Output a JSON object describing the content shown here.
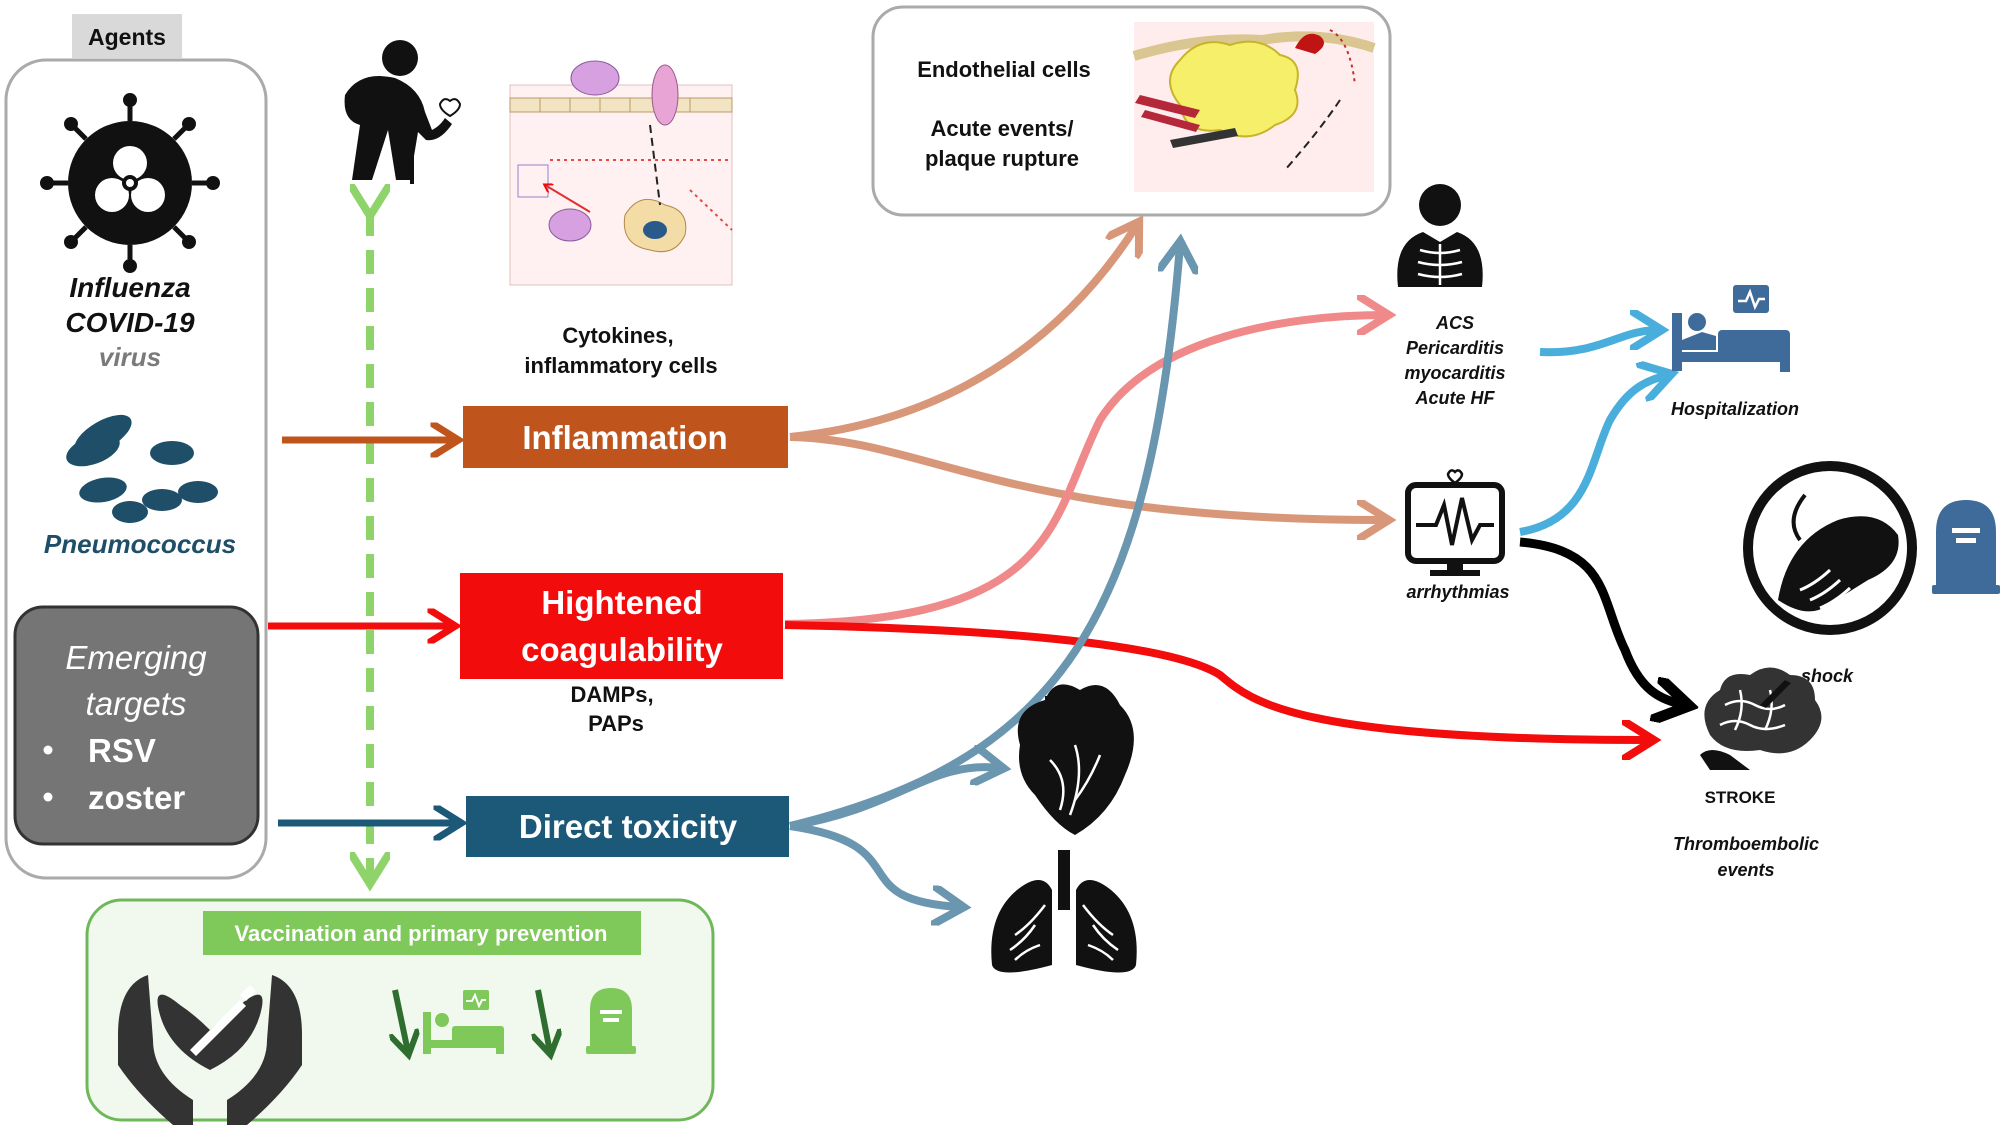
{
  "agents": {
    "header": "Agents",
    "influenza": "Influenza",
    "covid": "COVID-19",
    "virus": "virus",
    "pneumococcus": "Pneumococcus",
    "emerging_line1": "Emerging",
    "emerging_line2": "targets",
    "emerging_items": [
      "RSV",
      "zoster"
    ]
  },
  "mechanisms": {
    "inflammation": "Inflammation",
    "coagulability_line1": "Hightened",
    "coagulability_line2": "coagulability",
    "direct_toxicity": "Direct toxicity"
  },
  "labels": {
    "cytokines_line1": "Cytokines,",
    "cytokines_line2": "inflammatory cells",
    "damps_line1": "DAMPs,",
    "damps_line2": "PAPs",
    "endothelial": "Endothelial cells",
    "acute_line1": "Acute events/",
    "acute_line2": "plaque rupture",
    "acs": "ACS",
    "pericarditis": "Pericarditis",
    "myocarditis": "myocarditis",
    "acute_hf": "Acute HF",
    "arrhythmias": "arrhythmias",
    "hospitalization": "Hospitalization",
    "shock": "shock",
    "thrombo_line1": "Thromboembolic",
    "thrombo_line2": "events",
    "stroke": "STROKE"
  },
  "vaccination": {
    "title": "Vaccination and primary prevention"
  },
  "colors": {
    "inflammation": "#c0541d",
    "coagulability": "#f20c0c",
    "toxicity": "#1c5878",
    "pneumococcus": "#1f4e68",
    "vaccine_green": "#7fc85a",
    "vaccine_dark": "#2e6e2e",
    "hospital_blue": "#3f6b9a",
    "light_blue": "#4aaedc"
  }
}
